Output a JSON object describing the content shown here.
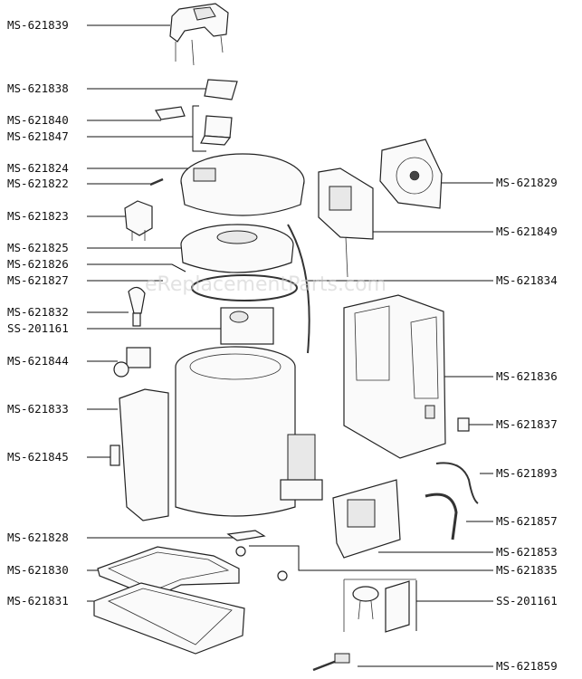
{
  "watermark": "eReplacementParts.com",
  "callouts_left": [
    "MS-621839",
    "MS-621838",
    "MS-621840",
    "MS-621847",
    "MS-621824",
    "MS-621822",
    "MS-621823",
    "MS-621825",
    "MS-621826",
    "MS-621827",
    "MS-621832",
    "SS-201161",
    "MS-621844",
    "MS-621833",
    "MS-621845",
    "MS-621828",
    "MS-621830",
    "MS-621831"
  ],
  "callouts_right": [
    "MS-621829",
    "MS-621849",
    "MS-621834",
    "MS-621836",
    "MS-621837",
    "MS-621893",
    "MS-621857",
    "MS-621853",
    "MS-621835",
    "SS-201161",
    "MS-621859"
  ]
}
